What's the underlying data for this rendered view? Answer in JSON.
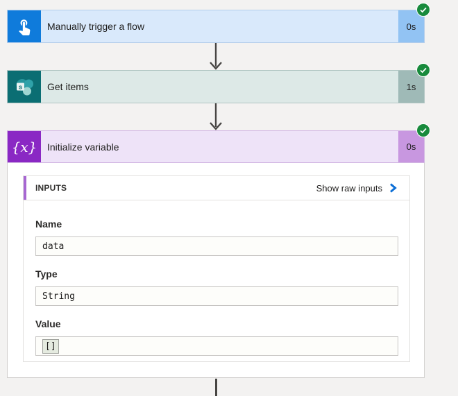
{
  "colors": {
    "canvas_bg": "#f3f2f1",
    "trigger_accent": "#0f7bdb",
    "trigger_light": "#d9e9fb",
    "trigger_badge": "#92c3f3",
    "sharepoint_accent": "#0b6e73",
    "sharepoint_light": "#dde9e7",
    "sharepoint_badge": "#9fbab7",
    "variable_accent": "#8a28c4",
    "variable_light": "#eee3f8",
    "variable_badge": "#c897e0",
    "success_green": "#188a3c",
    "link_chevron_blue": "#0b6ed6",
    "inputs_accent_bar": "#a767d2",
    "connector_gray": "#474543"
  },
  "flow": {
    "nodes": [
      {
        "title": "Manually trigger a flow",
        "duration": "0s",
        "status": "succeeded",
        "icon": "manual-trigger-touch-icon"
      },
      {
        "title": "Get items",
        "duration": "1s",
        "status": "succeeded",
        "icon": "sharepoint-icon"
      },
      {
        "title": "Initialize variable",
        "duration": "0s",
        "status": "succeeded",
        "icon": "variable-icon",
        "expanded": true
      }
    ],
    "variable_icon_glyph": "{x}",
    "sharepoint_icon_letter": "s",
    "details_panel": {
      "section_label": "INPUTS",
      "raw_link_label": "Show raw inputs",
      "fields": [
        {
          "label": "Name",
          "value": "data"
        },
        {
          "label": "Type",
          "value": "String"
        },
        {
          "label": "Value",
          "value": "[]"
        }
      ]
    }
  }
}
